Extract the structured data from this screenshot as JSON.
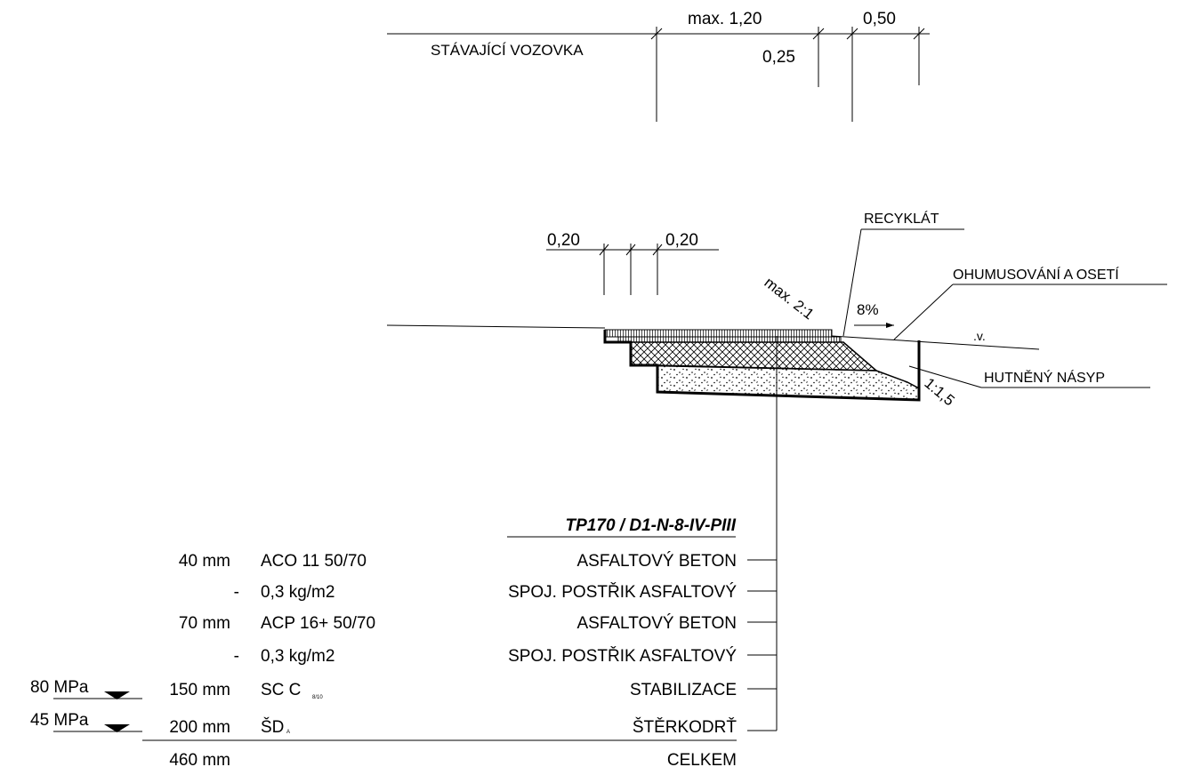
{
  "top_detail": {
    "road_label": "STÁVAJÍCÍ VOZOVKA",
    "dim_widen": "max. 1,20",
    "dim_step": "0,25",
    "dim_shoulder": "0,50"
  },
  "section": {
    "dim_left": "0,20",
    "dim_right": "0,20",
    "slope_label": "max. 2:1",
    "slope_pct": "8%",
    "recyklat": "RECYKLÁT",
    "ohumusovani": "OHUMUSOVÁNÍ A OSETÍ",
    "hutneny": "HUTNĚNÝ NÁSYP",
    "fill_slope": "1:1,5",
    "vv_label": ".v."
  },
  "spec": {
    "title": "TP170 / D1-N-8-IV-PIII",
    "layers": [
      {
        "modulus": "",
        "thickness": "40 mm",
        "material": "ACO 11 50/70",
        "sub": "",
        "name": "ASFALTOVÝ BETON"
      },
      {
        "modulus": "",
        "thickness": "-",
        "material": "0,3 kg/m2",
        "sub": "",
        "name": "SPOJ. POSTŘIK ASFALTOVÝ"
      },
      {
        "modulus": "",
        "thickness": "70 mm",
        "material": "ACP 16+ 50/70",
        "sub": "",
        "name": "ASFALTOVÝ BETON"
      },
      {
        "modulus": "",
        "thickness": "-",
        "material": "0,3 kg/m2",
        "sub": "",
        "name": "SPOJ. POSTŘIK ASFALTOVÝ"
      },
      {
        "modulus": "80 MPa",
        "thickness": "150 mm",
        "material": "SC C",
        "sub": "8/10",
        "name": "STABILIZACE"
      },
      {
        "modulus": "45 MPa",
        "thickness": "200 mm",
        "material": "ŠD",
        "sub": "A",
        "name": "ŠTĚRKODRŤ"
      }
    ],
    "total_thickness": "460 mm",
    "total_label": "CELKEM"
  }
}
